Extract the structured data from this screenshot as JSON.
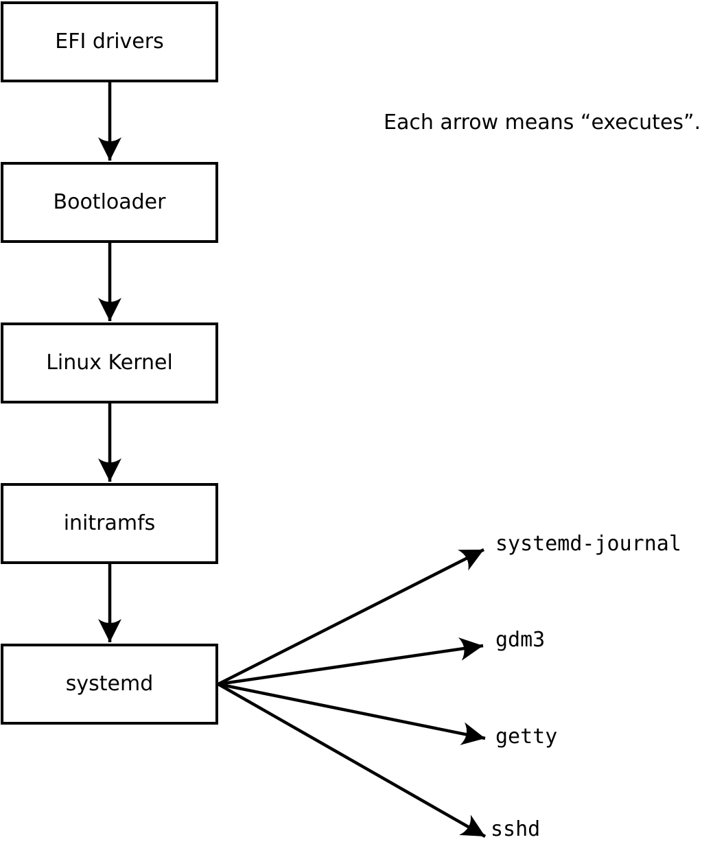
{
  "diagram": {
    "caption": "Each arrow means “executes”.",
    "edge_meaning": "executes",
    "boot_chain": [
      {
        "id": "efi-drivers",
        "label": "EFI drivers"
      },
      {
        "id": "bootloader",
        "label": "Bootloader"
      },
      {
        "id": "linux-kernel",
        "label": "Linux Kernel"
      },
      {
        "id": "initramfs",
        "label": "initramfs"
      },
      {
        "id": "systemd",
        "label": "systemd"
      }
    ],
    "spawned_processes": [
      {
        "id": "systemd-journal",
        "label": "systemd-journal"
      },
      {
        "id": "gdm3",
        "label": "gdm3"
      },
      {
        "id": "getty",
        "label": "getty"
      },
      {
        "id": "sshd",
        "label": "sshd"
      }
    ],
    "edges": [
      {
        "from": "efi-drivers",
        "to": "bootloader"
      },
      {
        "from": "bootloader",
        "to": "linux-kernel"
      },
      {
        "from": "linux-kernel",
        "to": "initramfs"
      },
      {
        "from": "initramfs",
        "to": "systemd"
      },
      {
        "from": "systemd",
        "to": "systemd-journal"
      },
      {
        "from": "systemd",
        "to": "gdm3"
      },
      {
        "from": "systemd",
        "to": "getty"
      },
      {
        "from": "systemd",
        "to": "sshd"
      }
    ],
    "colors": {
      "line": "#000000",
      "background": "#ffffff",
      "text": "#000000"
    }
  }
}
